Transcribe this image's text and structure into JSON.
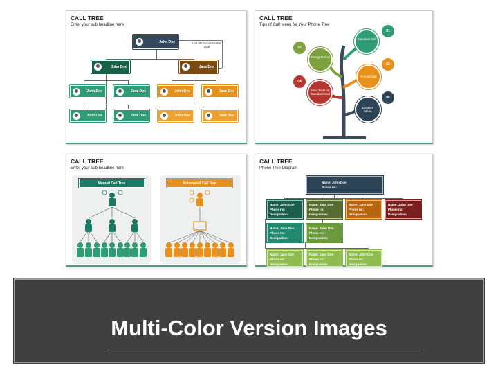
{
  "slides": [
    {
      "title": "CALL TREE",
      "subtitle": "Enter your sub headline here",
      "root": "John Doe",
      "note": "List of Uncontactable staff",
      "level1": [
        "John Doe",
        "Jane Doe"
      ],
      "level2": [
        "John Doe",
        "Jane Doe",
        "John Doe",
        "Jane Doe"
      ],
      "level3": [
        "John Doe",
        "Jane Doe",
        "John Doe",
        "Jane Doe"
      ]
    },
    {
      "title": "CALL TREE",
      "subtitle": "Tips of Call Menu for Your Phone Tree",
      "leaves": [
        {
          "num": "01",
          "text": "Standard Call"
        },
        {
          "num": "02",
          "text": "Energetic Call"
        },
        {
          "num": "03",
          "text": "Formal Call"
        },
        {
          "num": "04",
          "text": "New Twist on Standard Call"
        },
        {
          "num": "05",
          "text": "Detailed Menu"
        }
      ]
    },
    {
      "title": "CALL TREE",
      "subtitle": "Enter your sub headline here",
      "manual_label": "Manual Call Tree",
      "auto_label": "Automated Call Tree"
    },
    {
      "title": "CALL TREE",
      "subtitle": "Phone Tree Diagram",
      "root": {
        "name": "Name: John Doe",
        "phone": "Phone no:"
      },
      "row1": [
        {
          "name": "Name: John Doe",
          "phone": "Phone no:",
          "des": "Designation:"
        },
        {
          "name": "Name: Jane Doe",
          "phone": "Phone no:",
          "des": "Designation:"
        },
        {
          "name": "Name: Jane Doe",
          "phone": "Phone no:",
          "des": "Designation:"
        },
        {
          "name": "Name: John Doe",
          "phone": "Phone no:",
          "des": "Designation:"
        }
      ],
      "row2": [
        {
          "name": "Name: Jane Doe",
          "phone": "Phone no:",
          "des": "Designation:"
        },
        {
          "name": "Name: John Doe",
          "phone": "Phone no:",
          "des": "Designation:"
        }
      ],
      "row3": [
        {
          "name": "Name: Jane Doe",
          "phone": "Phone no:",
          "des": "Designation:"
        },
        {
          "name": "Name: Jane Doe",
          "phone": "Phone no:",
          "des": "Designation:"
        },
        {
          "name": "Name: John Doe",
          "phone": "Phone no:",
          "des": "Designation:"
        }
      ]
    }
  ],
  "banner": {
    "title": "Multi-Color Version Images"
  },
  "colors": {
    "navy": "#34495e",
    "teal": "#1b7a64",
    "brown": "#7a4a14",
    "orange": "#e8901c",
    "green": "#2e9c74",
    "olive": "#7da13c",
    "red": "#b5362f",
    "dark": "#2d4356",
    "banner": "#404040"
  }
}
